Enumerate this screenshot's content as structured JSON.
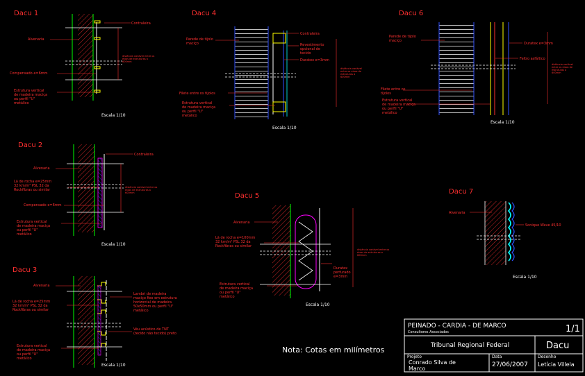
{
  "details": {
    "d1": {
      "title": "Dacu 1",
      "scale": "Escala 1/10",
      "l_contraleira": "Contraleira",
      "l_alvenaria": "Alvenaria",
      "l_compensado": "Compensado e=6mm",
      "l_estrutura": [
        "Estrutura vertical",
        "de madeira maciça",
        "ou perfil \"U\"",
        "metálico"
      ],
      "note": [
        "distância variável entre os",
        "eixos de estruturas a",
        "600mm"
      ]
    },
    "d2": {
      "title": "Dacu 2",
      "scale": "Escala 1/10",
      "l_contraleira": "Contraleira",
      "l_alvenaria": "Alvenaria",
      "l_la": [
        "Lã de rocha e=25mm",
        "32 km/m² PSL 32 da",
        "Rockfibras ou similar"
      ],
      "l_compensado": "Compensado e=6mm",
      "l_estrutura": [
        "Estrutura vertical",
        "de madeira maciça",
        "ou perfil \"U\"",
        "metálico"
      ],
      "note": [
        "distância variável entre os",
        "eixos de estruturas a",
        "600mm"
      ]
    },
    "d3": {
      "title": "Dacu 3",
      "scale": "Escala 1/10",
      "l_alvenaria": "Alvenaria",
      "l_la": [
        "Lã de rocha e=25mm",
        "32 km/m² PSL 32 da",
        "Rockfibras ou similar"
      ],
      "l_lambri": [
        "Lambri de madeira",
        "maciço fixo em estrutura",
        "horizontal de madeira",
        "50x50mm ou perfil \"U\"",
        "metálico"
      ],
      "l_veu": [
        "Véu acústico de TNT",
        "(tecido não tecido) preto"
      ],
      "l_estrutura": [
        "Estrutura vertical",
        "de madeira maciça",
        "ou perfil \"U\"",
        "metálico"
      ]
    },
    "d4": {
      "title": "Dacu 4",
      "scale": "Escala 1/10",
      "l_parede": [
        "Parede de tijolo",
        "maciço"
      ],
      "l_contraleira": "Contraleira",
      "l_revest": [
        "Revestimento",
        "opcional de",
        "tecido"
      ],
      "l_duratex": "Duratex e=3mm",
      "l_filete": "Filete entre os tijolos",
      "l_estrutura": [
        "Estrutura vertical",
        "de madeira maciça",
        "ou perfil \"U\"",
        "metálico"
      ],
      "note": [
        "distância variável",
        "entre os eixos de",
        "estruturas a",
        "600mm"
      ]
    },
    "d5": {
      "title": "Dacu 5",
      "scale": "Escala 1/10",
      "l_alvenaria": "Alvenaria",
      "l_la": [
        "Lã de rocha e=100mm",
        "32 km/m² PSL 32 da",
        "Rockfibras ou similar"
      ],
      "l_duratex": [
        "Duratex",
        "perfurado",
        "e=3mm"
      ],
      "l_estrutura": [
        "Estrutura vertical",
        "de madeira maciça",
        "ou perfil \"U\"",
        "metálico"
      ],
      "note": [
        "distância variável entre os",
        "eixos de estruturas a",
        "600mm"
      ]
    },
    "d6": {
      "title": "Dacu 6",
      "scale": "Escala 1/10",
      "l_parede": [
        "Parede de tijolo",
        "maciço"
      ],
      "l_duratex": "Duratex e=3mm",
      "l_feltro": "Feltro asfáltico",
      "l_filete": [
        "Filete entre os",
        "tijolos"
      ],
      "l_estrutura": [
        "Estrutura vertical",
        "de madeira maciça",
        "ou perfil \"U\"",
        "metálico"
      ],
      "note": [
        "distância variável",
        "entre os eixos de",
        "estruturas a",
        "600mm"
      ]
    },
    "d7": {
      "title": "Dacu 7",
      "scale": "Escala 1/10",
      "l_alvenaria": "Alvenaria",
      "l_sonique": "Sonique Wave 45/10"
    }
  },
  "nota": "Nota: Cotas em milímetros",
  "title_block": {
    "firm": "PEINADO - CARDIA - DE MARCO",
    "firm_sub": "Consultores Associados",
    "sheet": "1/1",
    "client": "Tribunal Regional Federal",
    "code": "Dacu",
    "projeto_label": "Projeto",
    "projeto_value": [
      "Conrado Silva de",
      "Marco"
    ],
    "data_label": "Data",
    "data_value": "27/06/2007",
    "desenho_label": "Desenho",
    "desenho_value": "Letícia Villela"
  },
  "colors": {
    "background": "#000000",
    "text_red": "#ff3030",
    "white": "#ffffff",
    "green": "#00ff00",
    "yellow": "#ffff00",
    "cyan": "#00ffff",
    "blue": "#3030ff",
    "magenta": "#ff00ff"
  }
}
